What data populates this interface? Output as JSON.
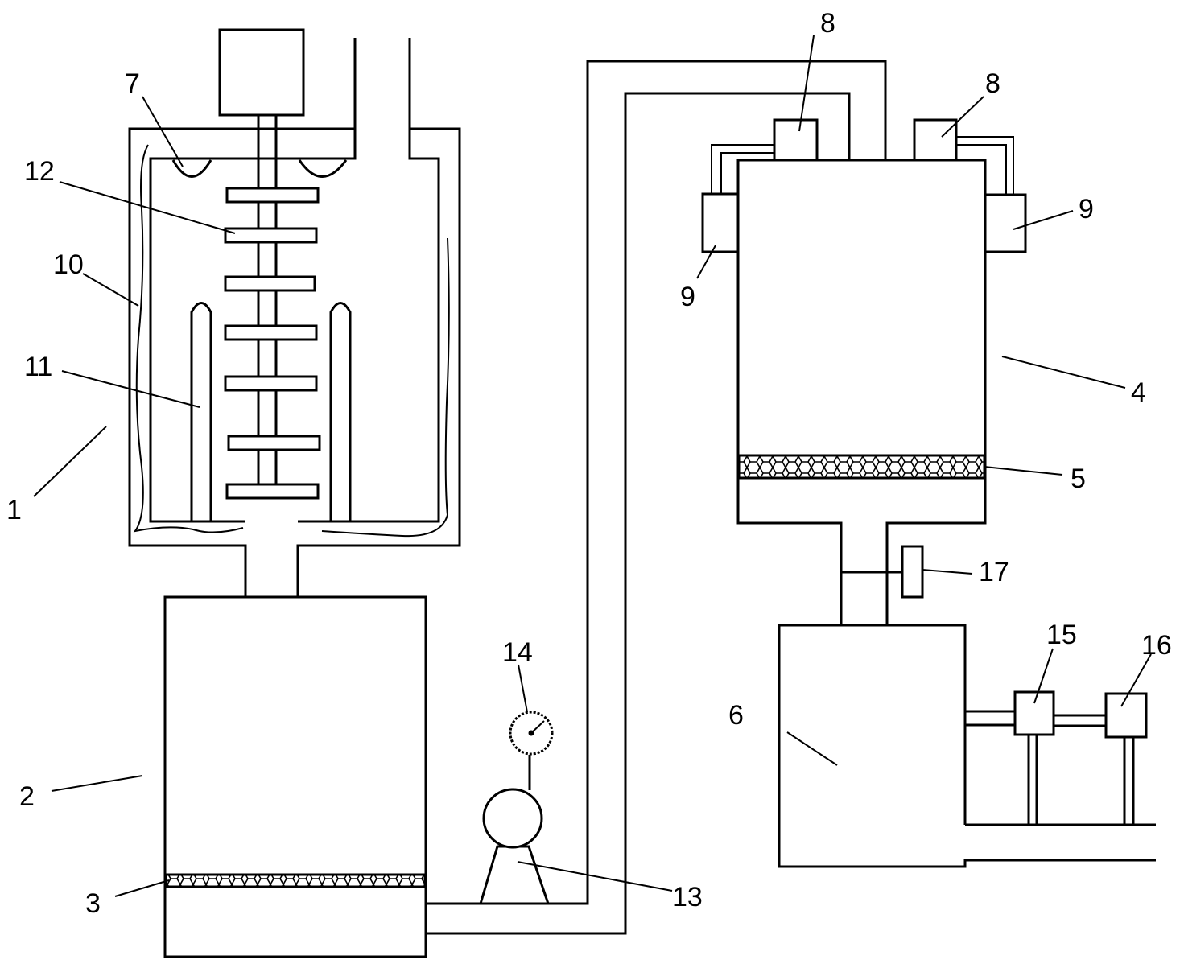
{
  "labels": {
    "l1": "1",
    "l2": "2",
    "l3": "3",
    "l4": "4",
    "l5": "5",
    "l6": "6",
    "l7": "7",
    "l8a": "8",
    "l8b": "8",
    "l9a": "9",
    "l9b": "9",
    "l10": "10",
    "l11": "11",
    "l12": "12",
    "l13": "13",
    "l14": "14",
    "l15": "15",
    "l16": "16",
    "l17": "17"
  }
}
